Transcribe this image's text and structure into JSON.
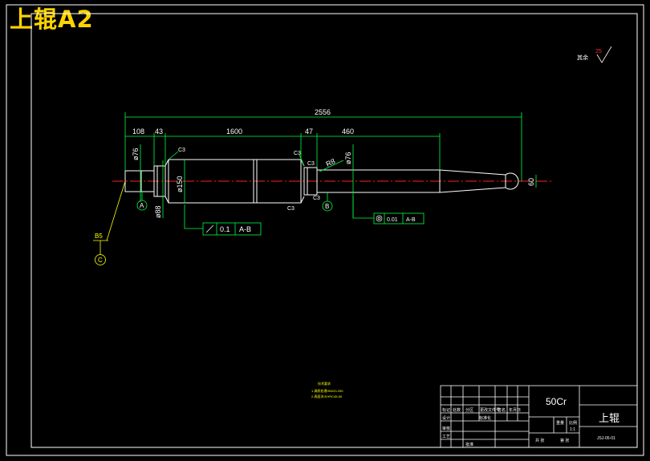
{
  "drawing": {
    "title": "上辊A2",
    "remaining_roughness": {
      "label": "其余",
      "value": "25"
    }
  },
  "dimensions": {
    "overall_length": "2556",
    "segments": [
      "108",
      "43",
      "1600",
      "47",
      "460"
    ],
    "dia_left_journal": "ø76",
    "dia_left_shoulder": "ø88",
    "dia_barrel": "ø150",
    "dia_right_journal": "ø76",
    "tip_dia": "60",
    "chamfers": [
      "C3",
      "C3",
      "C3",
      "C3",
      "C3"
    ],
    "radius": "R8"
  },
  "datums": [
    "A",
    "B",
    "C"
  ],
  "center_hole": "B5",
  "tolerances": {
    "runout": {
      "value": "0.1",
      "datum": "A-B"
    },
    "concentricity": {
      "value": "0.01",
      "datum": "A-B"
    }
  },
  "tech_notes": {
    "heading": "技术要求",
    "lines": [
      "1.调质处理HB220-250",
      "2.表面淬火HRC45-50"
    ]
  },
  "title_block": {
    "material": "50Cr",
    "part_name": "上辊",
    "drawing_no": "JSJ-05-01",
    "header_cells": [
      "标记",
      "处数",
      "分区",
      "更改文件号",
      "签名",
      "年月日"
    ],
    "role_cells": [
      "设计",
      "标准化",
      "审核",
      "工艺",
      "批准"
    ],
    "scale_labels": [
      "重量",
      "比例",
      "1:1"
    ],
    "sheet_labels": [
      "共 张",
      "第 张"
    ]
  }
}
